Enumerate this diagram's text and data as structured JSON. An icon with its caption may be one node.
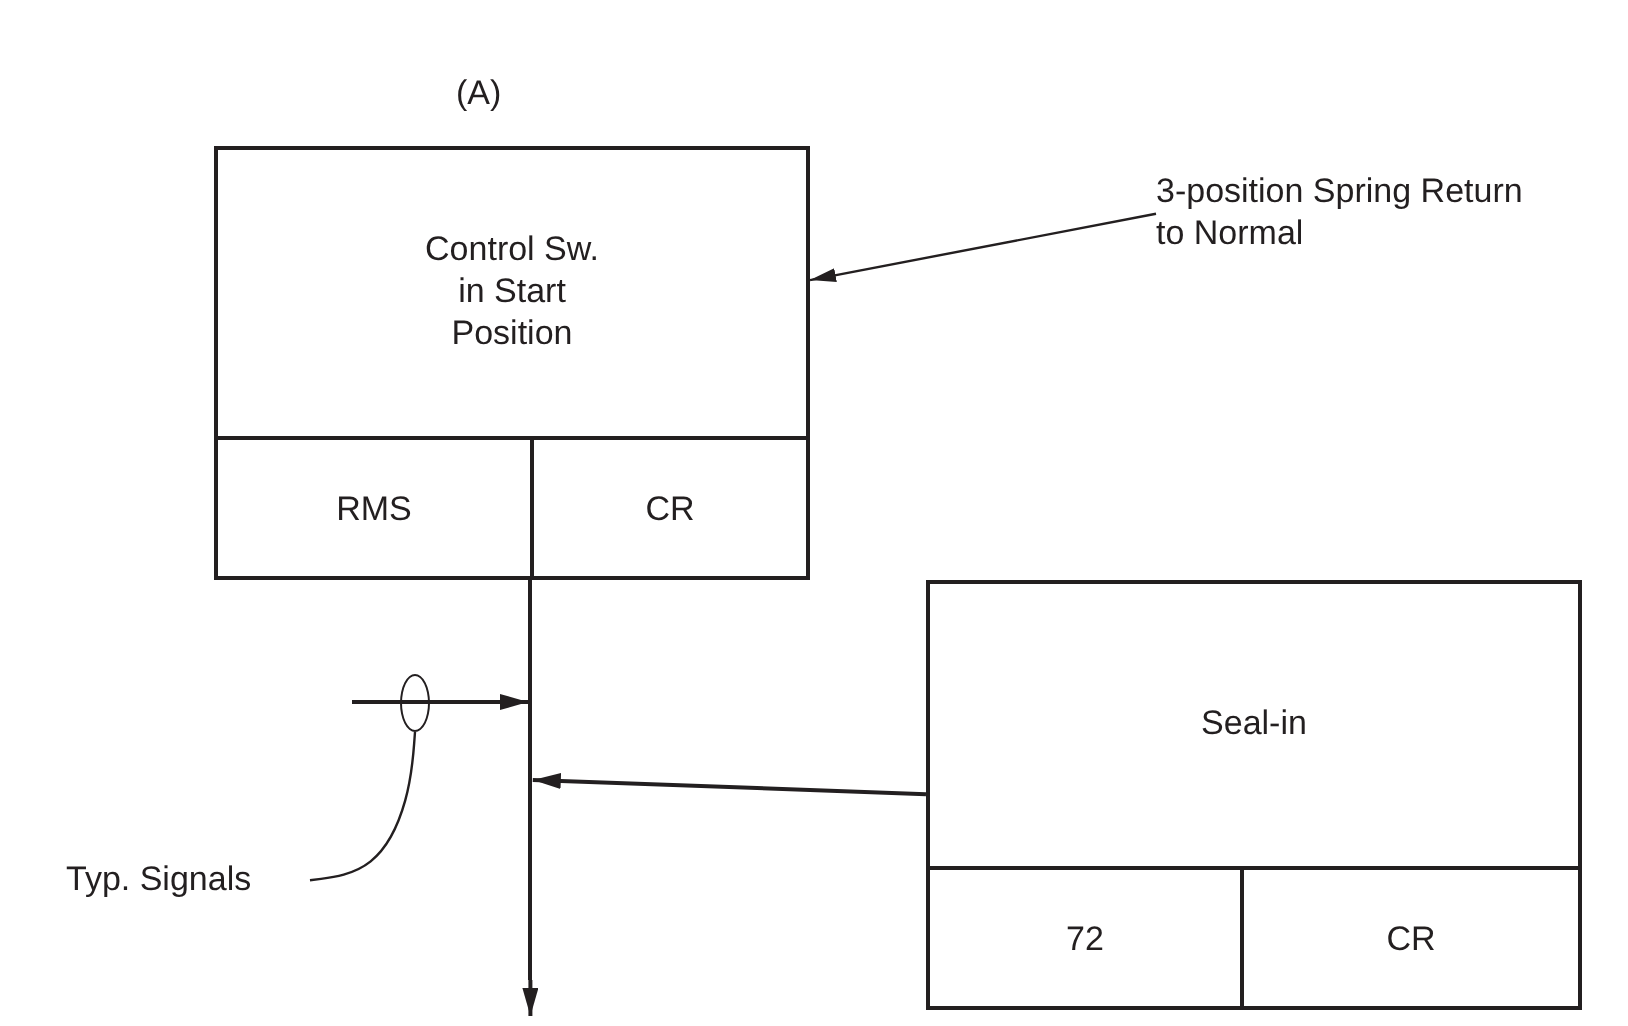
{
  "diagram": {
    "nodes": [
      {
        "text": [
          "Control Sw. in Start Position"
        ]
      },
      {
        "text": [
          "RMS"
        ],
        "in": 0
      },
      {
        "text": [
          "CR"
        ],
        "in": 0
      },
      {
        "text": [
          "3-position Spring Return to Normal"
        ]
      },
      {
        "text": [
          "Seal-in"
        ]
      },
      {
        "text": [
          "72"
        ],
        "in": 4
      },
      {
        "text": [
          "CR"
        ],
        "in": 4
      },
      {
        "text": [],
        "shape": "circle"
      },
      {
        "text": [
          "Typ. Signals"
        ]
      },
      {
        "text": [],
        "shape": "bar"
      }
    ],
    "edges": [
      {
        "from": 9,
        "to": null,
        "arrow": "to"
      },
      {
        "from": 4,
        "to": 9,
        "arrow": "to"
      },
      {
        "from": null,
        "to": 9,
        "arrow": "to"
      },
      {
        "from": 3,
        "to": 0,
        "arrow": "to"
      },
      {
        "from": 8,
        "to": 7,
        "arrow": "none"
      }
    ],
    "labels": [
      "(A)"
    ]
  }
}
